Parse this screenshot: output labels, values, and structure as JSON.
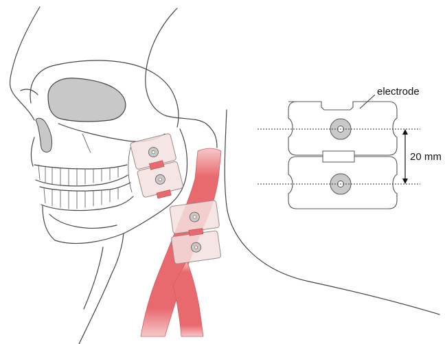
{
  "labels": {
    "electrode": "electrode",
    "spacing": "20 mm"
  },
  "colors": {
    "muscle": "#e8696e",
    "muscle_light": "#f3b4b6",
    "pad": "#f4e0e0",
    "pad_outline": "#9a8a8a",
    "contact_ring": "#c9c9c9",
    "contact_center": "#d9534f",
    "orbit_fill": "#c8c8c8",
    "line": "#444444"
  },
  "icons": {
    "skull": "skull-illustration",
    "muscle": "sternocleidomastoid-muscle",
    "electrode": "bipolar-electrode-pad"
  }
}
